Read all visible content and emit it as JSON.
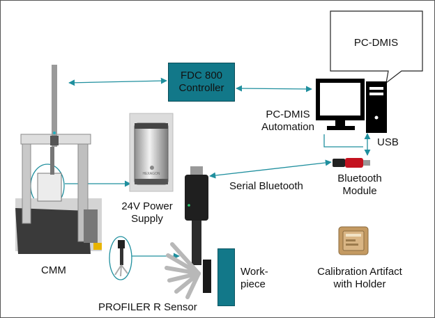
{
  "labels": {
    "pcdmis": "PC-DMIS",
    "fdc_line1": "FDC 800",
    "fdc_line2": "Controller",
    "automation_line1": "PC-DMIS",
    "automation_line2": "Automation",
    "usb": "USB",
    "bt_module_line1": "Bluetooth",
    "bt_module_line2": "Module",
    "serial_bt": "Serial Bluetooth",
    "power_line1": "24V Power",
    "power_line2": "Supply",
    "cmm": "CMM",
    "workpiece_line1": "Work-",
    "workpiece_line2": "piece",
    "calib_line1": "Calibration Artifact",
    "calib_line2": "with Holder",
    "profiler": "PROFILER R Sensor",
    "power_brand": "HEXAGON"
  },
  "colors": {
    "connector": "#1f8f9e",
    "controller_fill": "#127889",
    "workpiece_fill": "#127889",
    "monitor": "#000000",
    "cmm_granite": "#3a3a3a"
  },
  "icons": [
    "cmm-machine-icon",
    "power-supply-icon",
    "profiler-sensor-icon",
    "pc-computer-icon",
    "bluetooth-dongle-icon",
    "calibration-artifact-icon"
  ]
}
